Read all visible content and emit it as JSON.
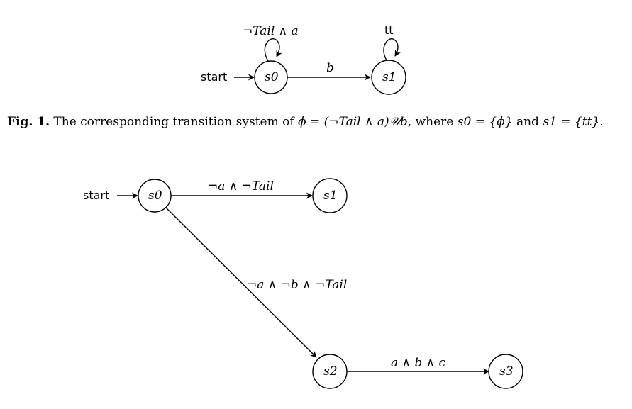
{
  "figure1": {
    "start_label": "start",
    "states": {
      "s0": "s0",
      "s1": "s1"
    },
    "self_loop_s0": "¬Tail ∧ a",
    "self_loop_s1": "tt",
    "edge_s0_s1": "b"
  },
  "caption": {
    "lead": "Fig. 1.",
    "text_before": " The corresponding transition system of ",
    "formula": "ϕ = (¬Tail ∧ a)𝒰b",
    "text_middle": ", where ",
    "s0_def": "s0 = {ϕ}",
    "text_and": " and ",
    "s1_def": "s1 = {tt}",
    "text_end": "."
  },
  "figure2": {
    "start_label": "start",
    "states": {
      "s0": "s0",
      "s1": "s1",
      "s2": "s2",
      "s3": "s3"
    },
    "edge_s0_s1": "¬a ∧ ¬Tail",
    "edge_s0_s2": "¬a ∧ ¬b ∧ ¬Tail",
    "edge_s2_s3": "a ∧ b ∧ c"
  }
}
